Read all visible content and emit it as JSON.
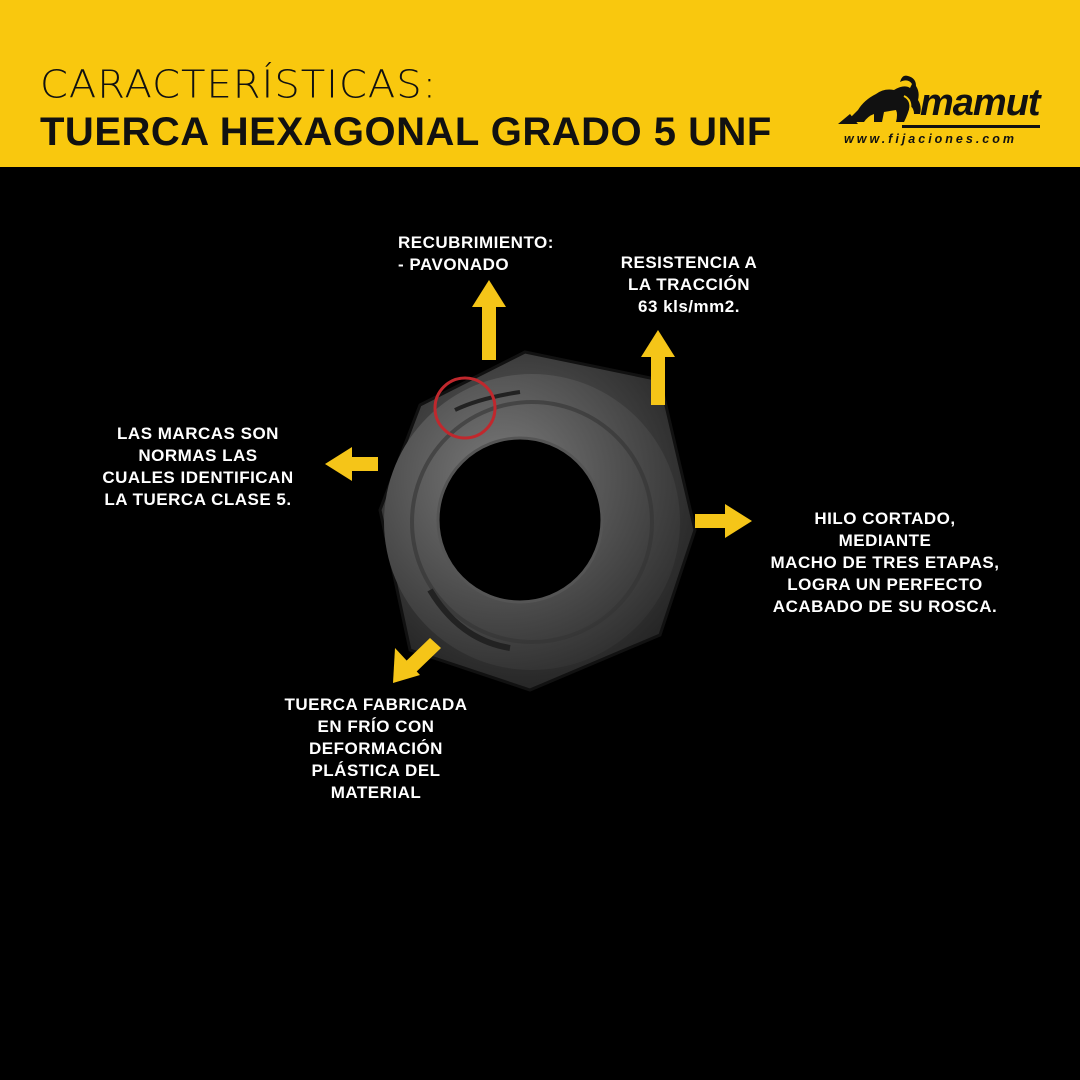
{
  "header": {
    "title_line1": "CARACTERÍSTICAS:",
    "title_line2": "TUERCA HEXAGONAL GRADO 5 UNF",
    "background": "#F9C80E"
  },
  "logo": {
    "brand": "mamut",
    "url": "www.fijaciones.com",
    "icon": "mammoth-logo-icon"
  },
  "callouts": {
    "coating": [
      "RECUBRIMIENTO:",
      "- PAVONADO"
    ],
    "tensile": [
      "RESISTENCIA A",
      "LA TRACCIÓN",
      "63 kls/mm2."
    ],
    "marks": [
      "LAS MARCAS SON",
      "NORMAS LAS",
      "CUALES IDENTIFICAN",
      "LA TUERCA CLASE 5."
    ],
    "thread": [
      "HILO CORTADO,",
      "MEDIANTE",
      "MACHO DE TRES ETAPAS,",
      "LOGRA UN PERFECTO",
      "ACABADO DE SU ROSCA."
    ],
    "cold": [
      "TUERCA FABRICADA",
      "EN FRÍO CON",
      "DEFORMACIÓN",
      "PLÁSTICA DEL",
      "MATERIAL"
    ]
  },
  "colors": {
    "accent": "#F9C80E",
    "mark_circle": "#C0282D"
  }
}
